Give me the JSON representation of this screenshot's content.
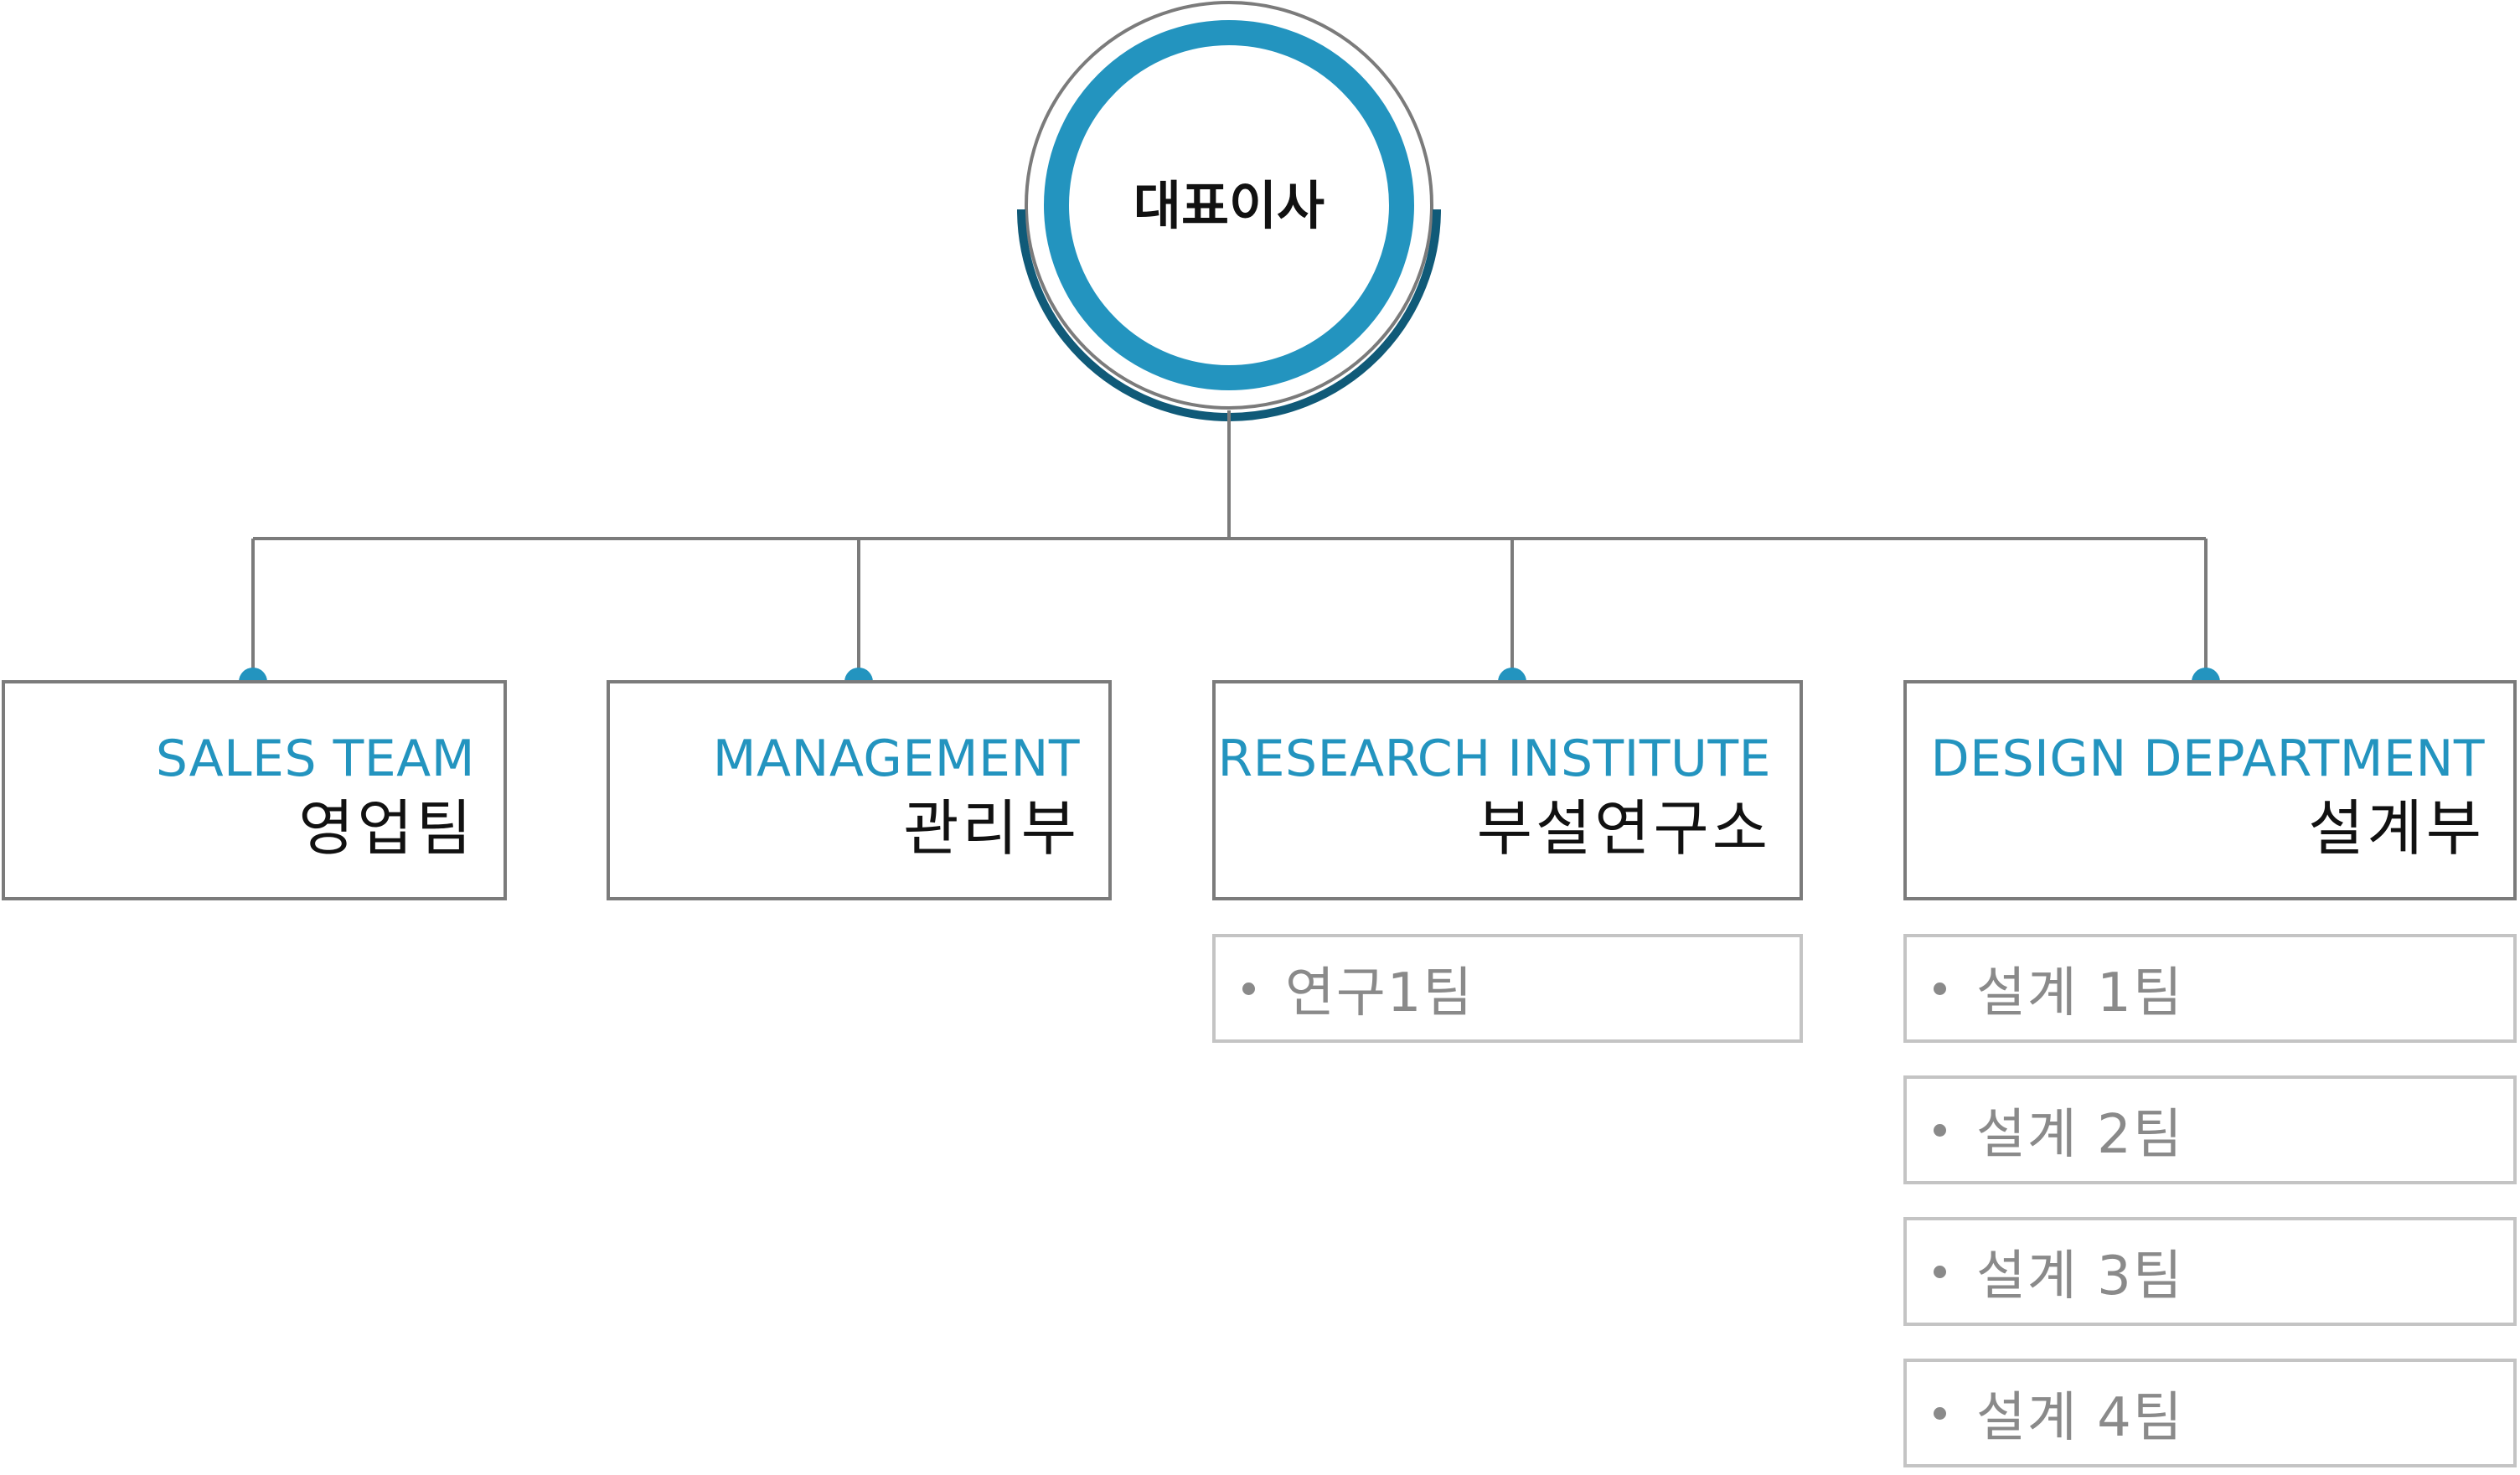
{
  "ceo": {
    "label": "대표이사"
  },
  "departments": [
    {
      "en": "SALES TEAM",
      "ko": "영업팀"
    },
    {
      "en": "MANAGEMENT",
      "ko": "관리부"
    },
    {
      "en": "RESEARCH INSTITUTE",
      "ko": "부설연구소",
      "subteams": [
        "연구1팀"
      ]
    },
    {
      "en": "DESIGN DEPARTMENT",
      "ko": "설계부",
      "subteams": [
        "설계 1팀",
        "설계 2팀",
        "설계 3팀",
        "설계 4팀"
      ]
    }
  ],
  "colors": {
    "accent": "#2394bf",
    "accent_dark": "#105a78",
    "line": "#7b7b7b",
    "sub_border": "#c4c4c4",
    "sub_text": "#8a8a8a"
  }
}
